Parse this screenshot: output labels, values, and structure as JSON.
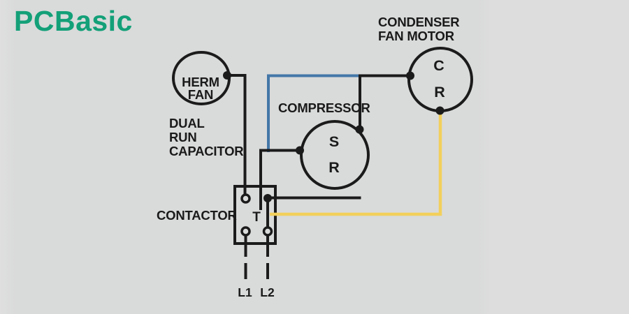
{
  "logo": {
    "text": "PCBasic"
  },
  "colors": {
    "bg": "#d9dada",
    "logo": "#13a078",
    "wire_black": "#1b1b1b",
    "wire_blue": "#4377a8",
    "wire_yellow": "#f2cf5b",
    "label_text": "#1a1a1a"
  },
  "diagram": {
    "dual_run_capacitor": {
      "label_lines": [
        "DUAL",
        "RUN",
        "CAPACITOR"
      ],
      "terminal_lines": [
        "HERM",
        "FAN"
      ]
    },
    "compressor": {
      "label": "COMPRESSOR",
      "terminal_top": "S",
      "terminal_bottom": "R"
    },
    "condenser_fan_motor": {
      "label_lines": [
        "CONDENSER",
        "FAN MOTOR"
      ],
      "terminal_top": "C",
      "terminal_bottom": "R"
    },
    "contactor": {
      "label": "CONTACTOR",
      "terminal_label": "T",
      "line_labels": [
        "L1",
        "L2"
      ]
    }
  }
}
